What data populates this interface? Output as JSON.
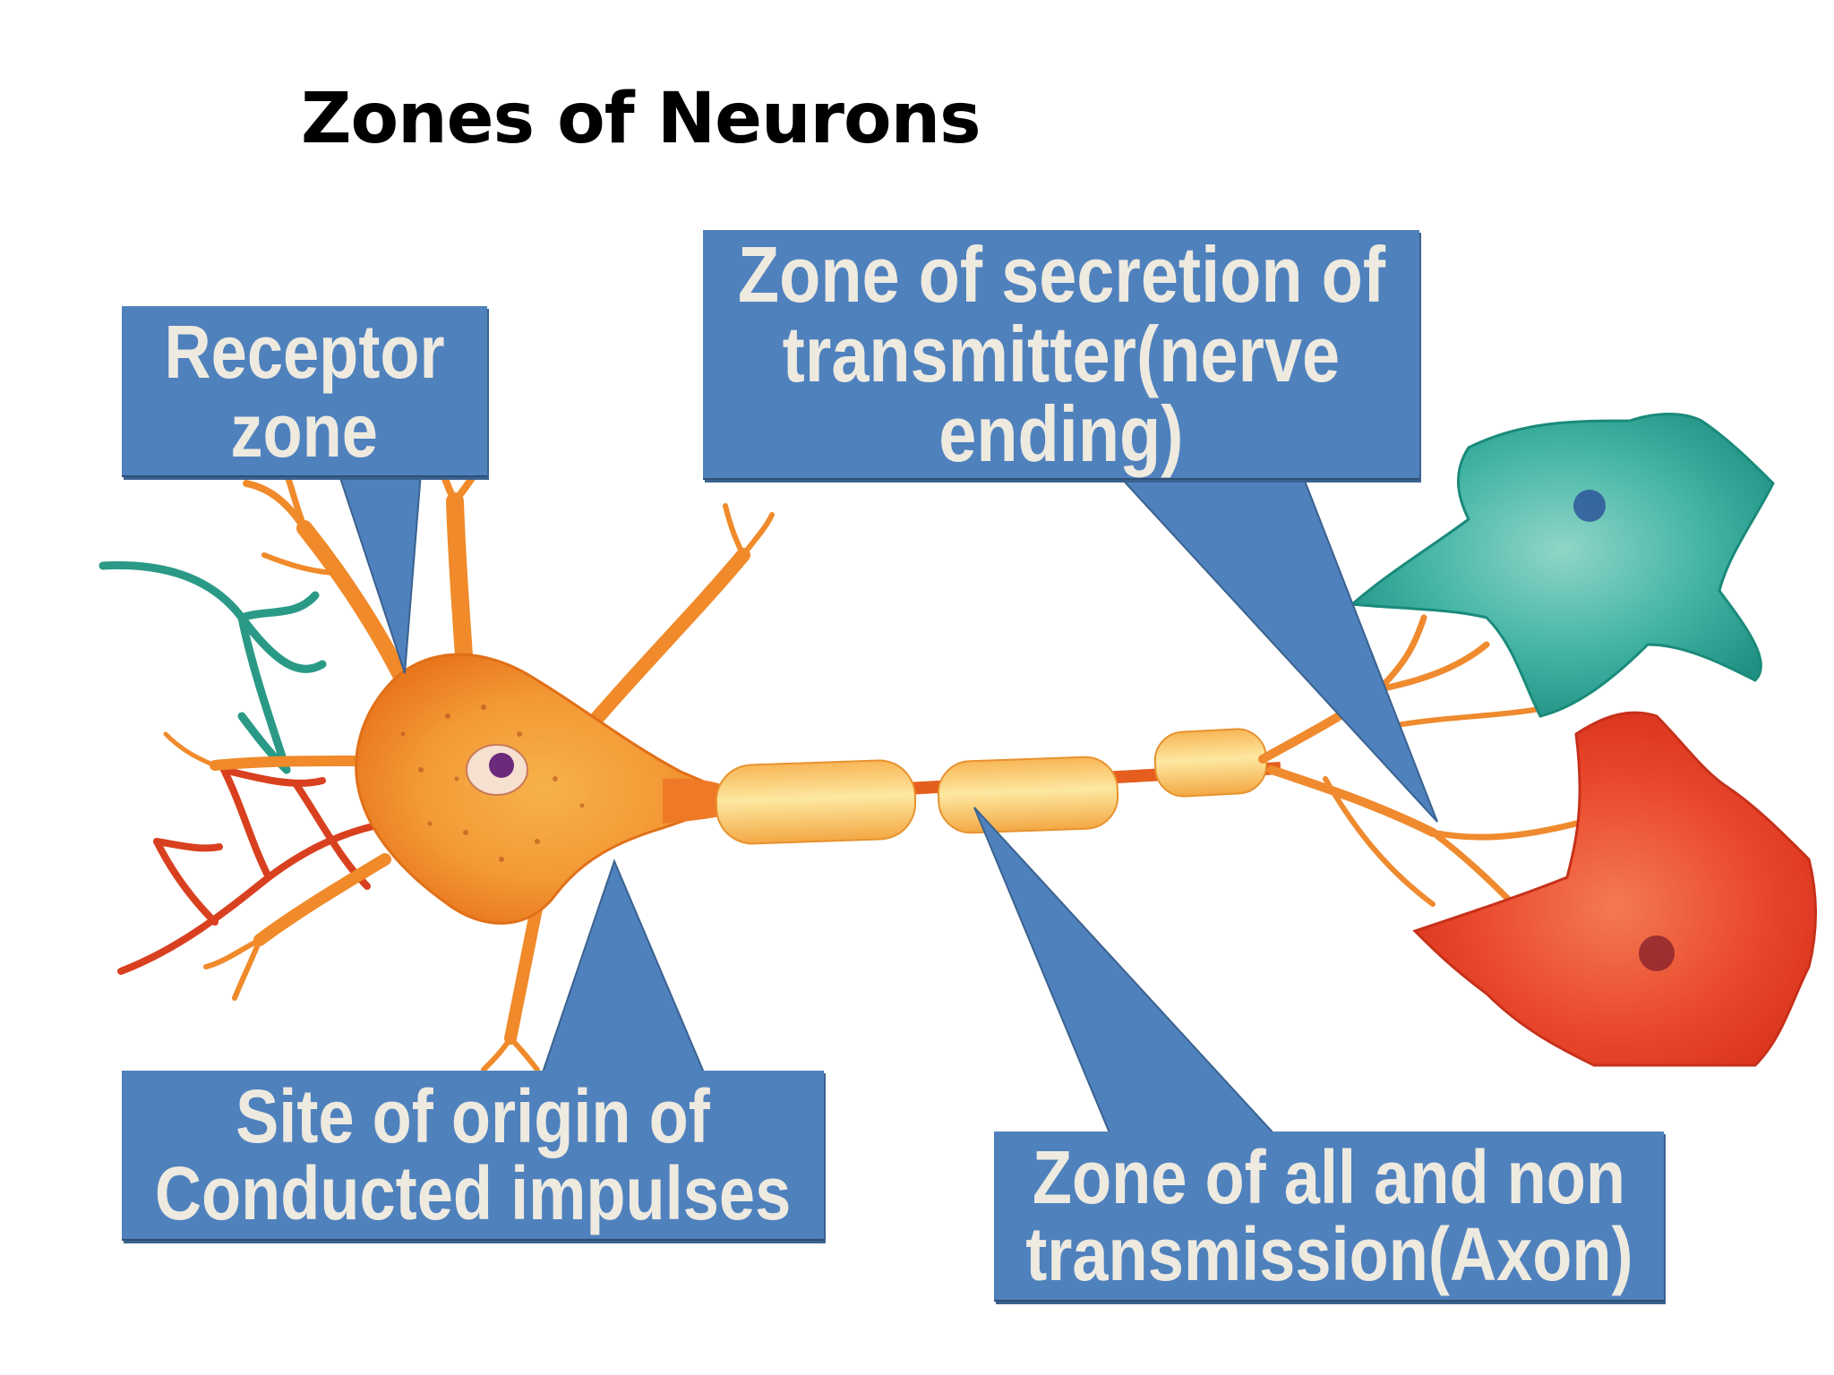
{
  "slide": {
    "title": "Zones of Neurons"
  },
  "callouts": {
    "receptor": {
      "lines": [
        "Receptor",
        "zone"
      ]
    },
    "secretion": {
      "lines": [
        "Zone of secretion of",
        "transmitter(nerve",
        "ending)"
      ]
    },
    "origin": {
      "lines": [
        "Site of origin of",
        "Conducted impulses"
      ]
    },
    "axon": {
      "lines": [
        "Zone of all and non",
        "transmission(Axon)"
      ]
    }
  },
  "colors": {
    "callout_fill": "#4f81bd",
    "callout_text": "#eeeae0",
    "soma_orange": "#f08a2a",
    "myelin": "#f9c25a",
    "neuron_teal": "#2aa496",
    "neuron_red": "#e8412a",
    "dendrite_red": "#d9401f"
  }
}
